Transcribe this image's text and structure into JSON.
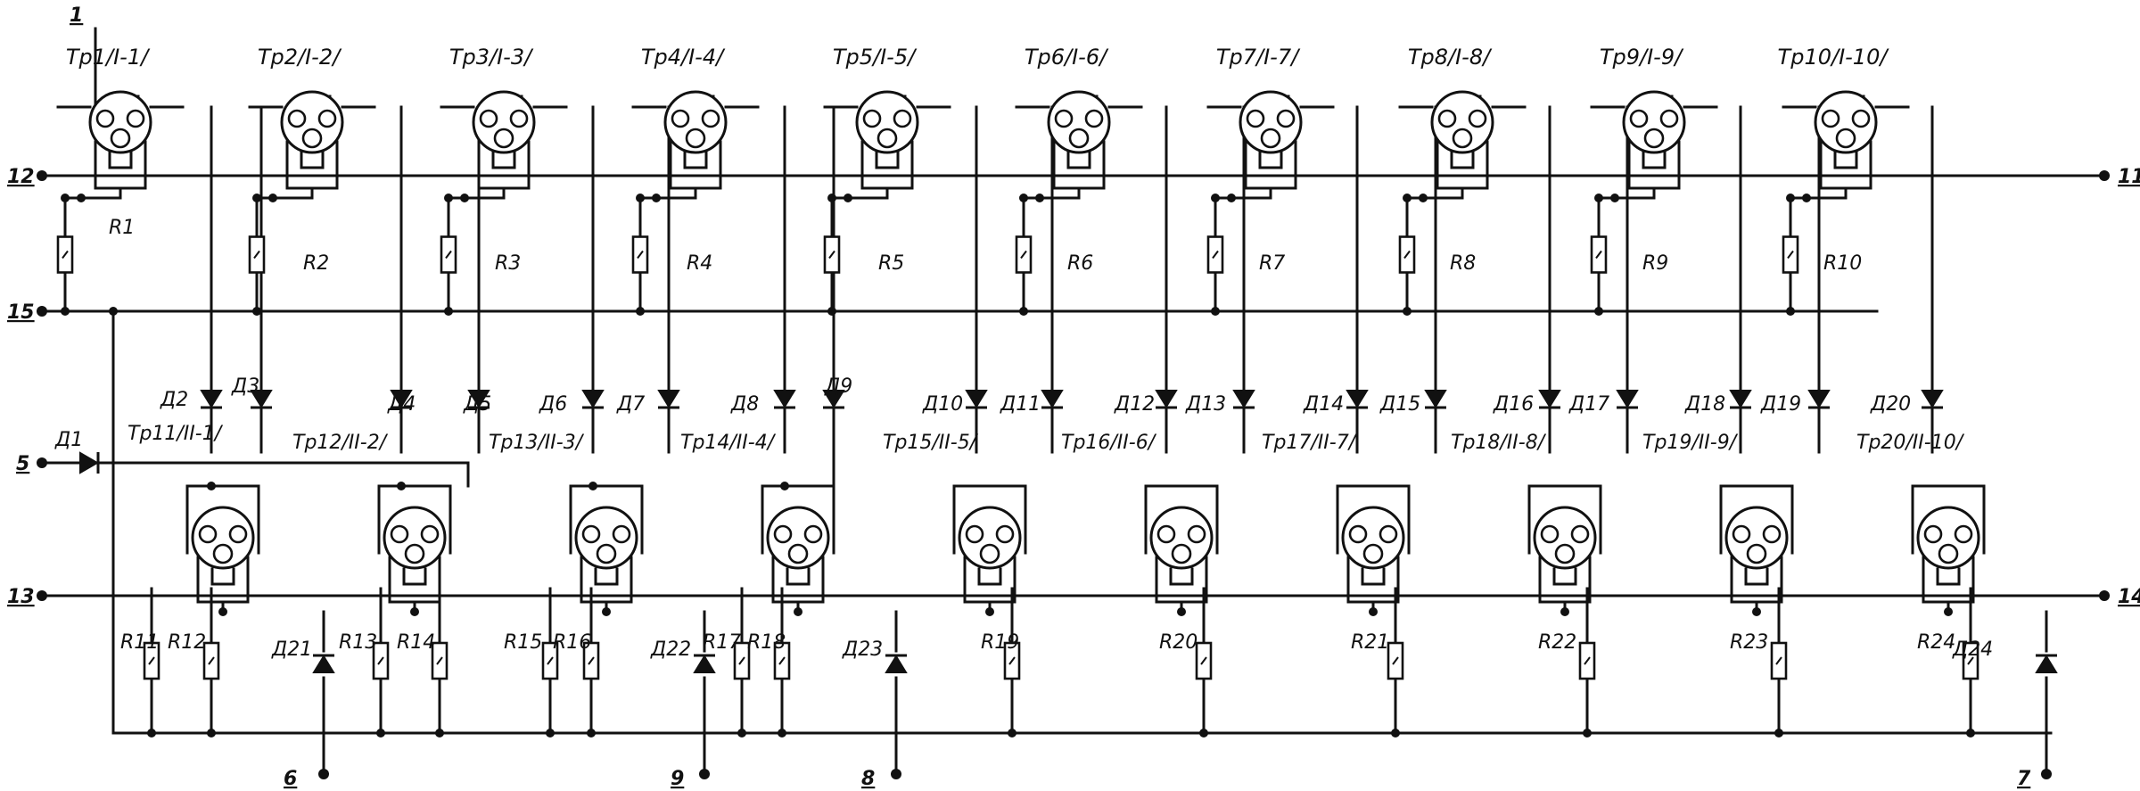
{
  "transistors_top": [
    "Tp1/I-1/",
    "Tp2/I-2/",
    "Tp3/I-3/",
    "Tp4/I-4/",
    "Tp5/I-5/",
    "Tp6/I-6/",
    "Tp7/I-7/",
    "Tp8/I-8/",
    "Tp9/I-9/",
    "Tp10/I-10/"
  ],
  "transistors_bottom": [
    "Tp11/II-1/",
    "Tp12/II-2/",
    "Tp13/II-3/",
    "Tp14/II-4/",
    "Tp15/II-5/",
    "Tp16/II-6/",
    "Tp17/II-7/",
    "Tp18/II-8/",
    "Tp19/II-9/",
    "Tp20/II-10/"
  ],
  "resistors_top": [
    "R1",
    "R2",
    "R3",
    "R4",
    "R5",
    "R6",
    "R7",
    "R8",
    "R9",
    "R10"
  ],
  "resistors_bottom": [
    "R11",
    "R12",
    "R13",
    "R14",
    "R15",
    "R16",
    "R17",
    "R18",
    "R19",
    "R20",
    "R21",
    "R22",
    "R23",
    "R24"
  ],
  "diodes_mid": [
    "Д2",
    "Д3",
    "Д4",
    "Д5",
    "Д6",
    "Д7",
    "Д8",
    "Д9",
    "Д10",
    "Д11",
    "Д12",
    "Д13",
    "Д14",
    "Д15",
    "Д16",
    "Д17",
    "Д18",
    "Д19",
    "Д20"
  ],
  "diode_input": "Д1",
  "diodes_out": [
    "Д21",
    "Д22",
    "Д23",
    "Д24"
  ],
  "pins": {
    "p1": "1",
    "p12": "12",
    "p11": "11",
    "p15": "15",
    "p5": "5",
    "p13": "13",
    "p14": "14",
    "p6": "6",
    "p9": "9",
    "p8": "8",
    "p7": "7"
  }
}
